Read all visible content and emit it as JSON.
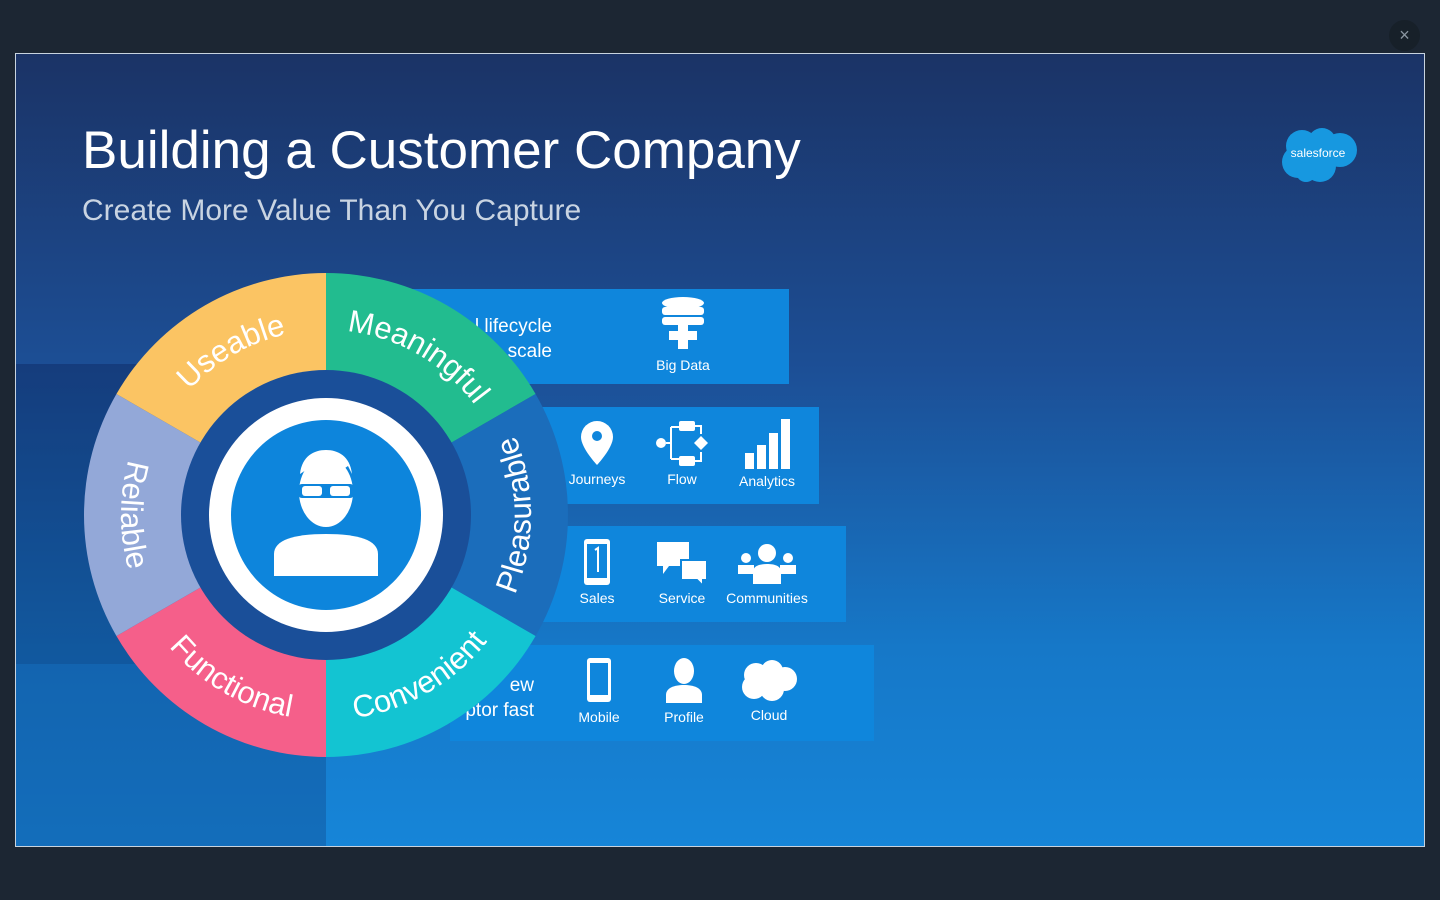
{
  "viewer": {
    "close_icon": "×"
  },
  "slide": {
    "title": "Building a Customer Company",
    "subtitle": "Create More Value Than You Capture",
    "logo_text": "salesforce",
    "wheel": {
      "segments": [
        {
          "label": "Meaningful",
          "color": "#22bc8f"
        },
        {
          "label": "Pleasurable",
          "color": "#1b6dbb"
        },
        {
          "label": "Convenient",
          "color": "#13c4d2"
        },
        {
          "label": "Functional",
          "color": "#f55f8a"
        },
        {
          "label": "Reliable",
          "color": "#93a8d8"
        },
        {
          "label": "Useable",
          "color": "#fbc463"
        }
      ],
      "band_color": "#1a4f99",
      "center_color": "#0d85dc"
    },
    "panels": [
      {
        "text_line1": "l lifecycle",
        "text_line2": "scale",
        "items": [
          {
            "label": "Big Data",
            "icon": "database-plus-icon"
          }
        ]
      },
      {
        "items": [
          {
            "label": "Journeys",
            "icon": "map-pin-icon"
          },
          {
            "label": "Flow",
            "icon": "flow-icon"
          },
          {
            "label": "Analytics",
            "icon": "bar-chart-icon"
          }
        ]
      },
      {
        "items": [
          {
            "label": "Sales",
            "icon": "phone-one-icon"
          },
          {
            "label": "Service",
            "icon": "chat-bubbles-icon"
          },
          {
            "label": "Communities",
            "icon": "people-group-icon"
          }
        ]
      },
      {
        "text_line1": "ew",
        "text_line2": "ptor fast",
        "items": [
          {
            "label": "Mobile",
            "icon": "mobile-icon"
          },
          {
            "label": "Profile",
            "icon": "person-icon"
          },
          {
            "label": "Cloud",
            "icon": "cloud-icon"
          }
        ]
      }
    ]
  }
}
